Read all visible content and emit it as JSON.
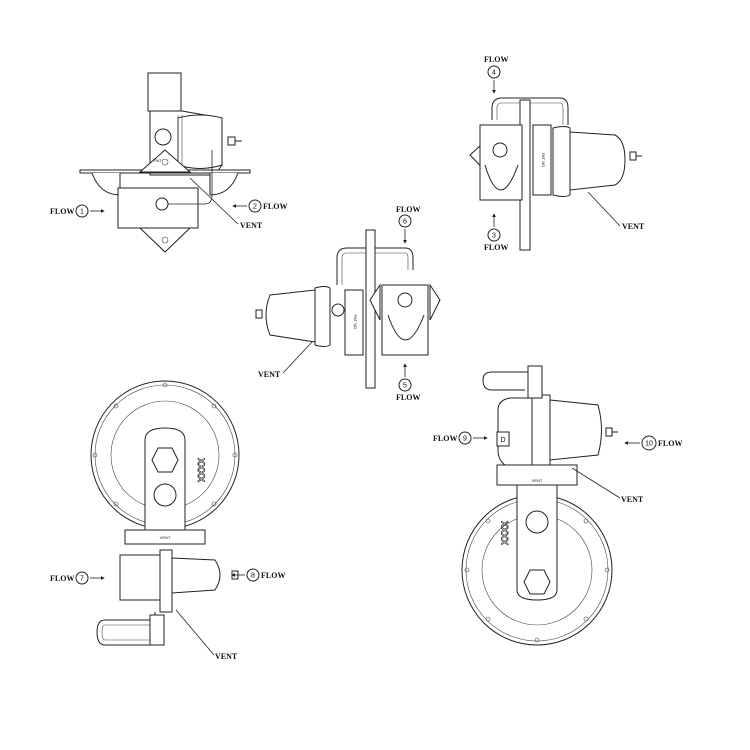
{
  "orientations": [
    {
      "id": 1,
      "label": "FLOW"
    },
    {
      "id": 2,
      "label": "FLOW"
    },
    {
      "id": 3,
      "label": "FLOW"
    },
    {
      "id": 4,
      "label": "FLOW"
    },
    {
      "id": 5,
      "label": "FLOW"
    },
    {
      "id": 6,
      "label": "FLOW"
    },
    {
      "id": 7,
      "label": "FLOW"
    },
    {
      "id": 8,
      "label": "FLOW"
    },
    {
      "id": 9,
      "label": "FLOW"
    },
    {
      "id": 10,
      "label": "FLOW"
    }
  ],
  "vent_label": "VENT",
  "body_marks": {
    "pat": "PAT",
    "pat_no": "PAT NO",
    "vent_cast": "VENT",
    "xxxx": "XXXX",
    "d": "D"
  }
}
